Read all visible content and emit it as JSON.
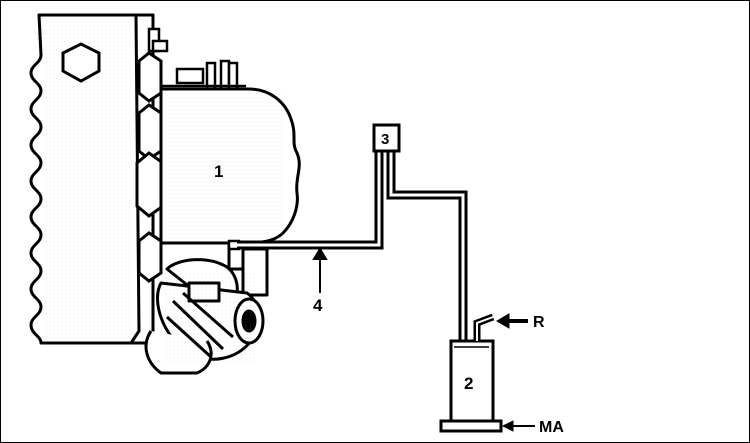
{
  "labels": {
    "intake_manifold": "1",
    "component_2": "2",
    "component_3": "3",
    "hose": "4",
    "r": "R",
    "ma": "MA"
  }
}
